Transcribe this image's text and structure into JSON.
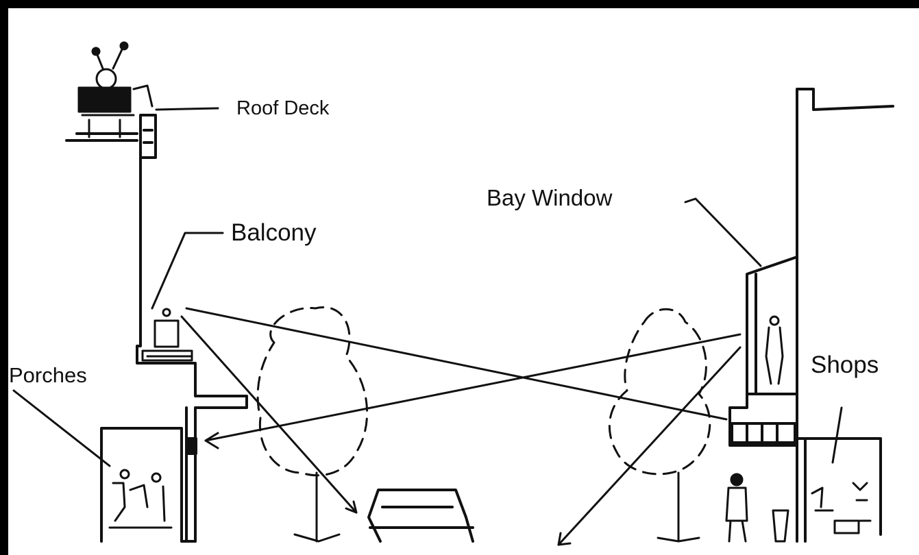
{
  "labels": {
    "roof_deck": "Roof Deck",
    "bay_window": "Bay Window",
    "balcony": "Balcony",
    "porches": "Porches",
    "shops": "Shops"
  },
  "colors": {
    "ink": "#111111",
    "paper": "#ffffff",
    "frame": "#000000"
  }
}
